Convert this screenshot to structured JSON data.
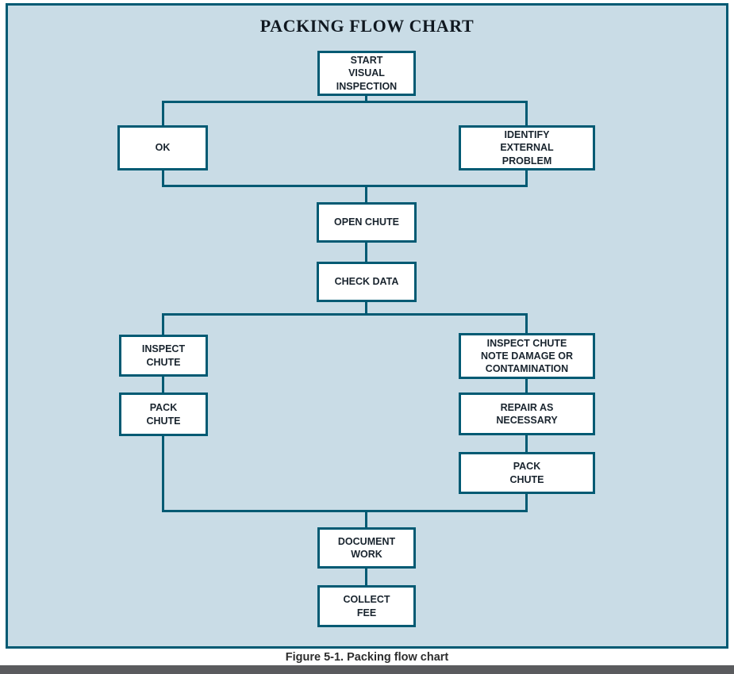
{
  "title": "PACKING FLOW CHART",
  "caption": "Figure 5-1. Packing flow chart",
  "colors": {
    "background": "#c9dce6",
    "line": "#005a73",
    "box_text": "#19242e",
    "title_text": "#101820",
    "footer": "#5a5b5e"
  },
  "nodes": {
    "start": "START\nVISUAL\nINSPECTION",
    "ok": "OK",
    "identify_external_problem": "IDENTIFY\nEXTERNAL\nPROBLEM",
    "open_chute": "OPEN CHUTE",
    "check_data": "CHECK DATA",
    "inspect_chute": "INSPECT\nCHUTE",
    "pack_chute_left": "PACK\nCHUTE",
    "inspect_chute_note": "INSPECT CHUTE\nNOTE DAMAGE OR\nCONTAMINATION",
    "repair_as_necessary": "REPAIR AS\nNECESSARY",
    "pack_chute_right": "PACK\nCHUTE",
    "document_work": "DOCUMENT\nWORK",
    "collect_fee": "COLLECT\nFEE"
  }
}
